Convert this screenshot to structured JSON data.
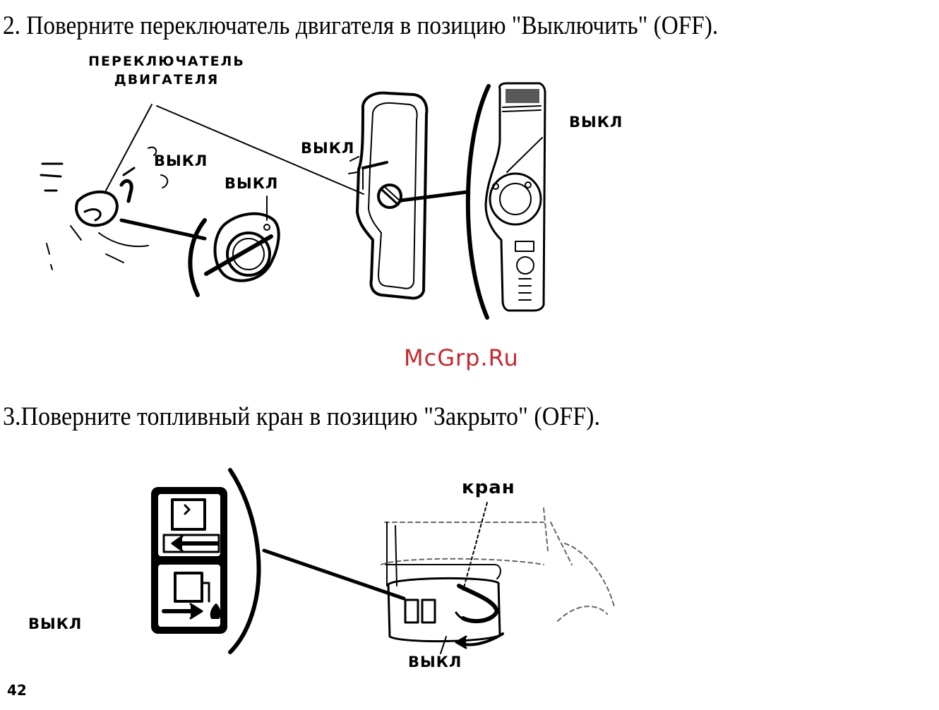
{
  "step2": {
    "text": "2. Поверните переключатель двигателя в позицию \"Выключить\" (OFF).",
    "switch_label_line1": "ПЕРЕКЛЮЧАТЕЛЬ",
    "switch_label_line2": "ДВИГАТЕЛЯ",
    "off_labels": [
      "ВЫКЛ",
      "ВЫКЛ",
      "ВЫКЛ",
      "ВЫКЛ"
    ]
  },
  "watermark": "McGrp.Ru",
  "step3": {
    "text": "3.Поверните топливный кран в позицию \"Закрыто\" (OFF).",
    "valve_label": "кран",
    "off_label_left": "ВЫКЛ",
    "off_label_bottom": "ВЫКЛ"
  },
  "page_number": "42"
}
